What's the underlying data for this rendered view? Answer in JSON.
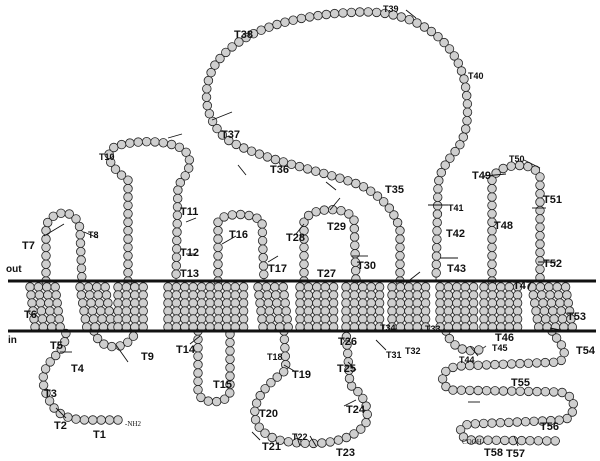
{
  "membrane": {
    "out_label": "out",
    "in_label": "in"
  },
  "termini": {
    "n_terminus": "-NH2",
    "c_terminus": "COOH-"
  },
  "topology_labels": [
    "T1",
    "T2",
    "T3",
    "T4",
    "T5",
    "T6",
    "T7",
    "T8",
    "T9",
    "T10",
    "T11",
    "T12",
    "T13",
    "T14",
    "T15",
    "T16",
    "T17",
    "T18",
    "T19",
    "T20",
    "T21",
    "T22",
    "T23",
    "T24",
    "T25",
    "T26",
    "T27",
    "T28",
    "T29",
    "T30",
    "T31",
    "T32",
    "T33",
    "T34",
    "T35",
    "T36",
    "T37",
    "T38",
    "T39",
    "T40",
    "T41",
    "T42",
    "T43",
    "T44",
    "T45",
    "T46",
    "T47",
    "T48",
    "T49",
    "T50",
    "T51",
    "T52",
    "T53",
    "T54",
    "T55",
    "T56",
    "T57",
    "T58"
  ]
}
